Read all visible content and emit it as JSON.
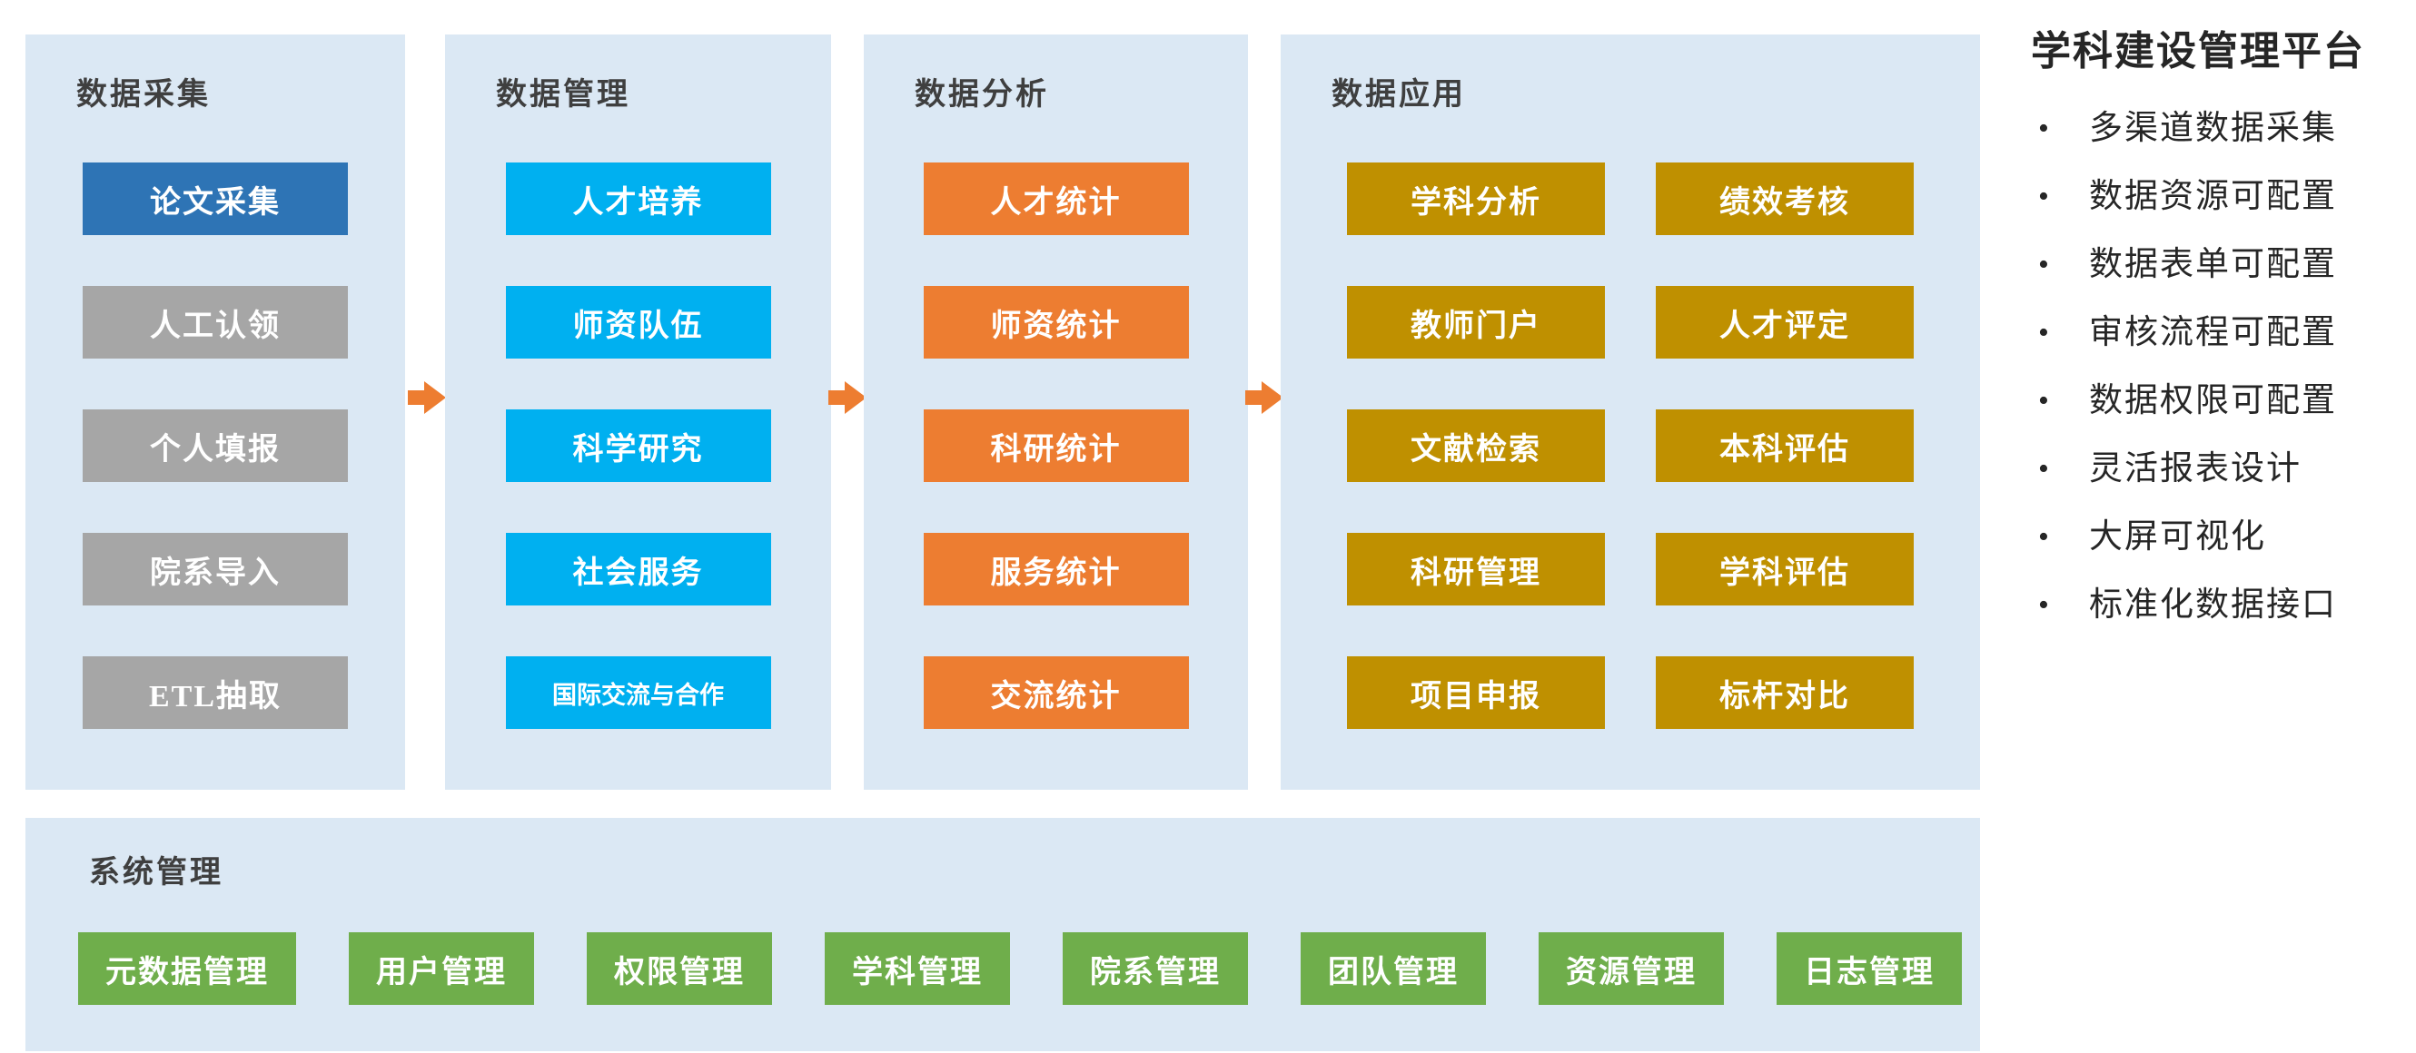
{
  "platform": {
    "title": "学科建设管理平台",
    "bullet_icon": "•",
    "features": [
      "多渠道数据采集",
      "数据资源可配置",
      "数据表单可配置",
      "审核流程可配置",
      "数据权限可配置",
      "灵活报表设计",
      "大屏可视化",
      "标准化数据接口"
    ]
  },
  "panels": {
    "collection": {
      "title": "数据采集",
      "items": [
        "论文采集",
        "人工认领",
        "个人填报",
        "院系导入",
        "ETL抽取"
      ]
    },
    "management": {
      "title": "数据管理",
      "items": [
        "人才培养",
        "师资队伍",
        "科学研究",
        "社会服务",
        "国际交流与合作"
      ]
    },
    "analysis": {
      "title": "数据分析",
      "items": [
        "人才统计",
        "师资统计",
        "科研统计",
        "服务统计",
        "交流统计"
      ]
    },
    "application": {
      "title": "数据应用",
      "items": [
        "学科分析",
        "绩效考核",
        "教师门户",
        "人才评定",
        "文献检索",
        "本科评估",
        "科研管理",
        "学科评估",
        "项目申报",
        "标杆对比"
      ]
    }
  },
  "system": {
    "title": "系统管理",
    "items": [
      "元数据管理",
      "用户管理",
      "权限管理",
      "学科管理",
      "院系管理",
      "团队管理",
      "资源管理",
      "日志管理"
    ]
  },
  "colors": {
    "panel-bg": "#dbe8f4",
    "blue": "#2e74b5",
    "gray": "#a6a6a6",
    "cyan": "#00b0f0",
    "orange": "#ed7d31",
    "gold": "#bf9000",
    "green": "#6fae4b",
    "title-text": "#3f3f3f",
    "side-text": "#262626"
  }
}
